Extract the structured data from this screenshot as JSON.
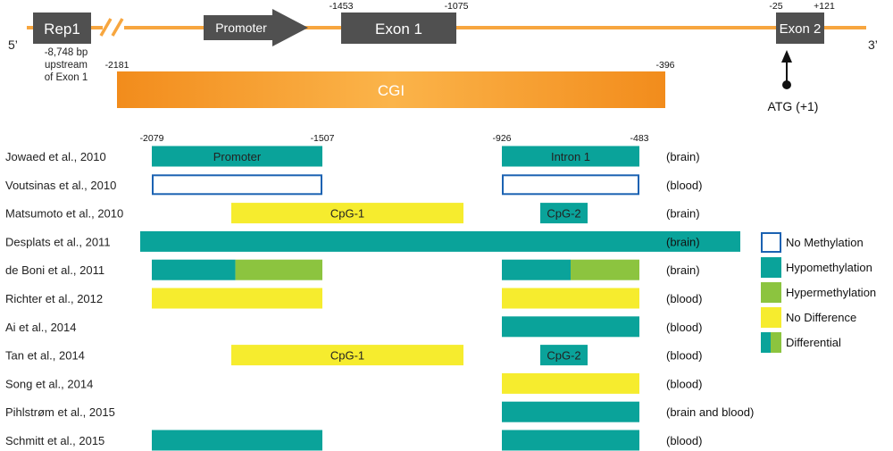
{
  "gene_map": {
    "end_5": "5’",
    "end_3": "3’",
    "line_color": "#f7a63f",
    "rep1": {
      "label": "Rep1",
      "note_lines": [
        "-8,748 bp",
        "upstream",
        "of Exon 1"
      ]
    },
    "promoter_label": "Promoter",
    "exon1": {
      "label": "Exon 1",
      "start": "-1453",
      "end": "-1075"
    },
    "exon2": {
      "label": "Exon 2",
      "start": "-25",
      "end": "+121"
    },
    "cgi": {
      "label": "CGI",
      "start": "-2181",
      "end": "-396"
    },
    "atg_label": "ATG (+1)",
    "box_color": "#505050"
  },
  "regions": {
    "promoter": {
      "label": "Promoter",
      "start": "-2079",
      "end": "-1507"
    },
    "intron1": {
      "label": "Intron 1",
      "start": "-926",
      "end": "-483"
    },
    "cpg1_label": "CpG-1",
    "cpg2_label": "CpG-2"
  },
  "colors": {
    "hypo": "#0aa39a",
    "hyper": "#8cc43f",
    "nodiff": "#f6ec2e",
    "nometh_border": "#1b62b2"
  },
  "legend": {
    "items": [
      {
        "key": "nometh",
        "label": "No Methylation"
      },
      {
        "key": "hypo",
        "label": "Hypomethylation"
      },
      {
        "key": "hyper",
        "label": "Hypermethylation"
      },
      {
        "key": "nodiff",
        "label": "No Difference"
      },
      {
        "key": "diff",
        "label": "Differential"
      }
    ]
  },
  "studies": [
    {
      "label": "Jowaed et al., 2010",
      "tissue": "(brain)",
      "bars": [
        {
          "region": "promoter",
          "status": "hypo",
          "text": "regions.promoter.label"
        },
        {
          "region": "intron1",
          "status": "hypo",
          "text": "regions.intron1.label"
        }
      ]
    },
    {
      "label": "Voutsinas et al., 2010",
      "tissue": "(blood)",
      "bars": [
        {
          "region": "promoter",
          "status": "nometh"
        },
        {
          "region": "intron1",
          "status": "nometh"
        }
      ]
    },
    {
      "label": "Matsumoto et al., 2010",
      "tissue": "(brain)",
      "bars": [
        {
          "region": "cpg1",
          "status": "nodiff",
          "text": "regions.cpg1_label"
        },
        {
          "region": "cpg2",
          "status": "hypo",
          "text": "regions.cpg2_label"
        }
      ]
    },
    {
      "label": "Desplats et al., 2011",
      "tissue": "(brain)",
      "bars": [
        {
          "region": "full",
          "status": "hypo"
        }
      ]
    },
    {
      "label": "de Boni et al., 2011",
      "tissue": "(brain)",
      "bars": [
        {
          "region": "promoter",
          "status": "diff",
          "split": 0.49
        },
        {
          "region": "intron1",
          "status": "diff",
          "split": 0.5
        }
      ]
    },
    {
      "label": "Richter et al., 2012",
      "tissue": "(blood)",
      "bars": [
        {
          "region": "promoter",
          "status": "nodiff"
        },
        {
          "region": "intron1",
          "status": "nodiff"
        }
      ]
    },
    {
      "label": "Ai et al., 2014",
      "tissue": "(blood)",
      "bars": [
        {
          "region": "intron1",
          "status": "hypo"
        }
      ]
    },
    {
      "label": "Tan et al., 2014",
      "tissue": "(blood)",
      "bars": [
        {
          "region": "cpg1",
          "status": "nodiff",
          "text": "regions.cpg1_label"
        },
        {
          "region": "cpg2",
          "status": "hypo",
          "text": "regions.cpg2_label"
        }
      ]
    },
    {
      "label": "Song et al., 2014",
      "tissue": "(blood)",
      "bars": [
        {
          "region": "intron1",
          "status": "nodiff"
        }
      ]
    },
    {
      "label": "Pihlstrøm et al., 2015",
      "tissue": "(brain and blood)",
      "bars": [
        {
          "region": "intron1",
          "status": "hypo"
        }
      ]
    },
    {
      "label": "Schmitt et al., 2015",
      "tissue": "(blood)",
      "bars": [
        {
          "region": "promoter",
          "status": "hypo"
        },
        {
          "region": "intron1",
          "status": "hypo"
        }
      ]
    }
  ]
}
